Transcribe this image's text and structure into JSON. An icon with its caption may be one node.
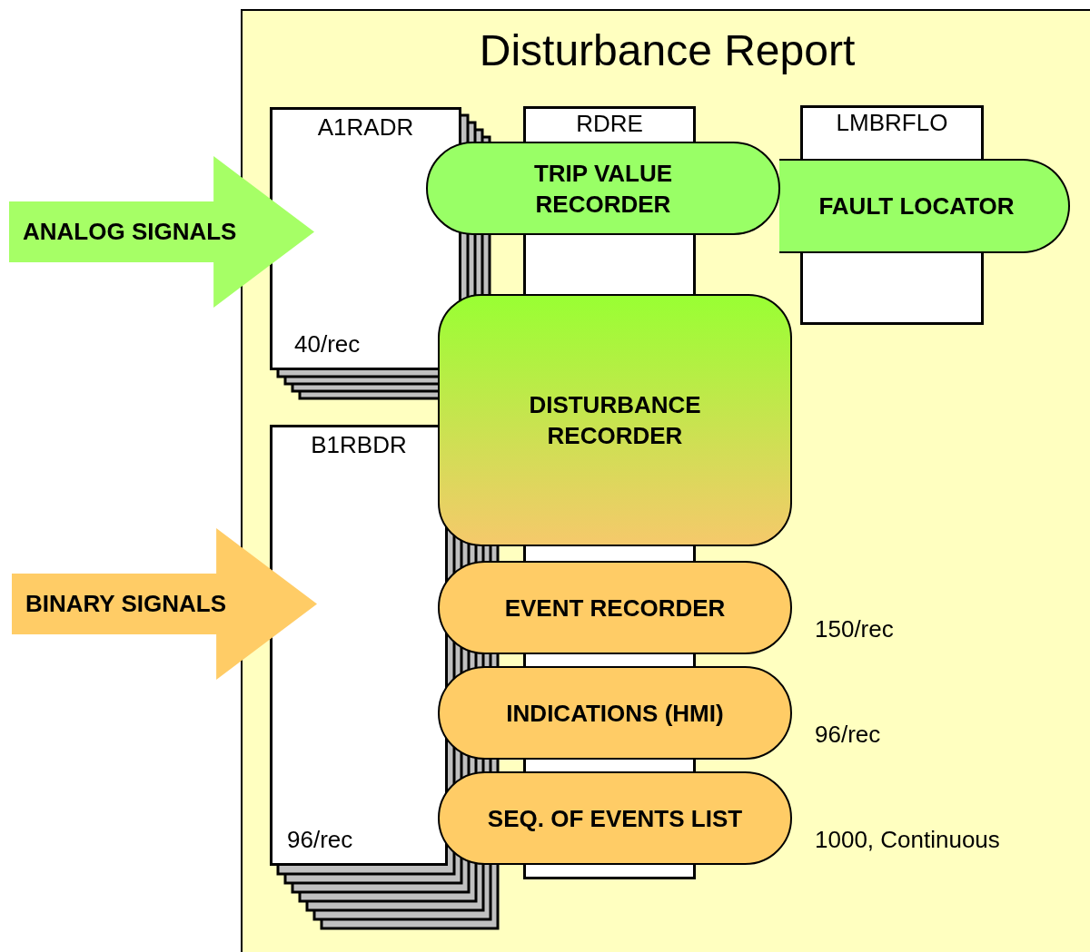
{
  "diagram": {
    "nodes": [
      {
        "text": [
          "Disturbance Report"
        ]
      },
      {
        "text": [
          "A1RADR",
          "40/rec"
        ],
        "in": 0
      },
      {
        "text": [
          "B1RBDR",
          "96/rec"
        ],
        "in": 0
      },
      {
        "text": [
          "RDRE"
        ],
        "in": 0
      },
      {
        "text": [
          "LMBRFLO"
        ],
        "in": 0
      },
      {
        "text": [
          "FAULT LOCATOR"
        ],
        "in": 0
      },
      {
        "text": [
          "TRIP VALUE RECORDER"
        ],
        "in": 0
      },
      {
        "text": [
          "DISTURBANCE RECORDER"
        ],
        "in": 0
      },
      {
        "text": [
          "EVENT RECORDER"
        ],
        "in": 0,
        "beside": [
          "150/rec"
        ]
      },
      {
        "text": [
          "INDICATIONS (HMI)"
        ],
        "in": 0,
        "beside": [
          "96/rec"
        ]
      },
      {
        "text": [
          "SEQ. OF EVENTS LIST"
        ],
        "in": 0,
        "beside": [
          "1000, Continuous"
        ]
      },
      {
        "text": [
          "ANALOG SIGNALS"
        ]
      },
      {
        "text": [
          "BINARY SIGNALS"
        ]
      }
    ],
    "edges": []
  }
}
